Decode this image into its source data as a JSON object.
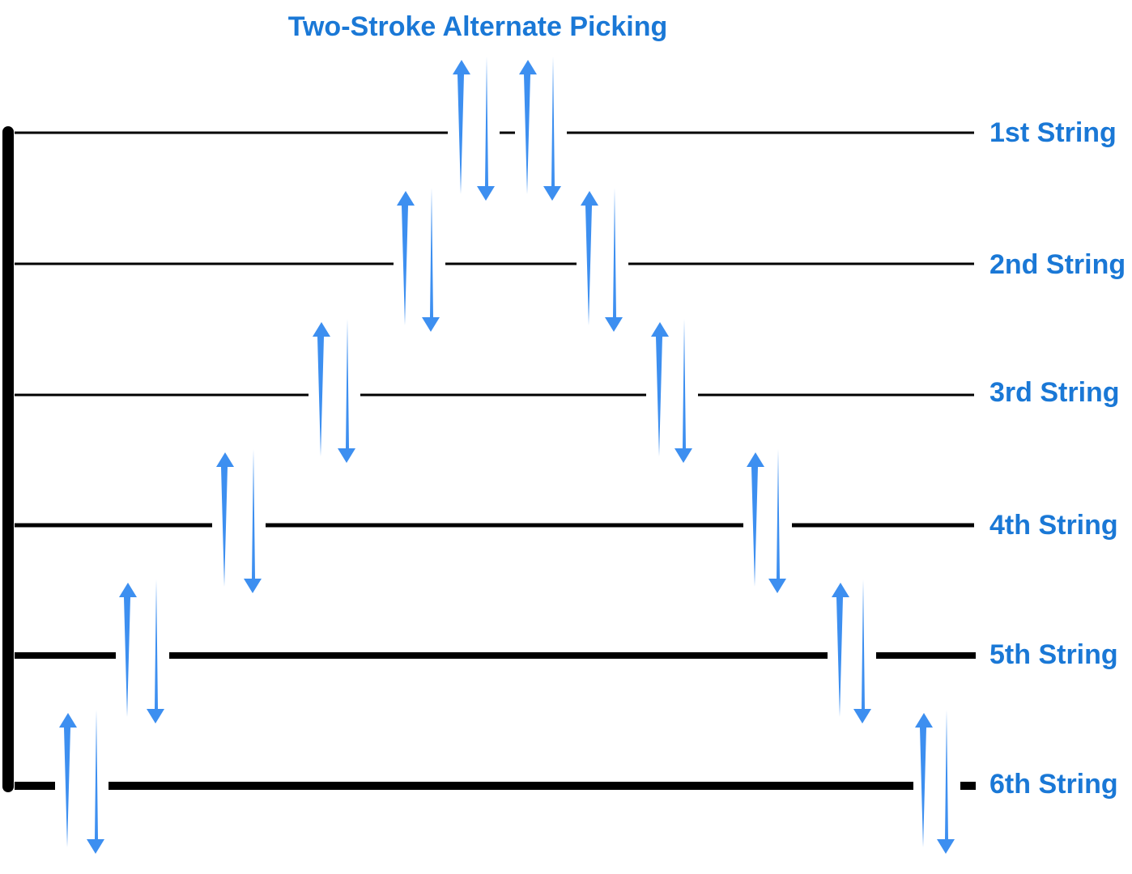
{
  "title": "Two-Stroke Alternate Picking",
  "colors": {
    "accent": "#1a78d6",
    "arrow": "#3d8ff0",
    "line": "#000000"
  },
  "strings": [
    {
      "label": "1st String"
    },
    {
      "label": "2nd String"
    },
    {
      "label": "3rd String"
    },
    {
      "label": "4th String"
    },
    {
      "label": "5th String"
    },
    {
      "label": "6th String"
    }
  ],
  "stroke_groups": [
    {
      "string": 1,
      "strokes": [
        "up",
        "down"
      ]
    },
    {
      "string": 1,
      "strokes": [
        "up",
        "down"
      ]
    },
    {
      "string": 2,
      "strokes": [
        "up",
        "down"
      ]
    },
    {
      "string": 2,
      "strokes": [
        "up",
        "down"
      ]
    },
    {
      "string": 3,
      "strokes": [
        "up",
        "down"
      ]
    },
    {
      "string": 3,
      "strokes": [
        "up",
        "down"
      ]
    },
    {
      "string": 4,
      "strokes": [
        "up",
        "down"
      ]
    },
    {
      "string": 4,
      "strokes": [
        "up",
        "down"
      ]
    },
    {
      "string": 5,
      "strokes": [
        "up",
        "down"
      ]
    },
    {
      "string": 5,
      "strokes": [
        "up",
        "down"
      ]
    },
    {
      "string": 6,
      "strokes": [
        "up",
        "down"
      ]
    },
    {
      "string": 6,
      "strokes": [
        "up",
        "down"
      ]
    }
  ]
}
